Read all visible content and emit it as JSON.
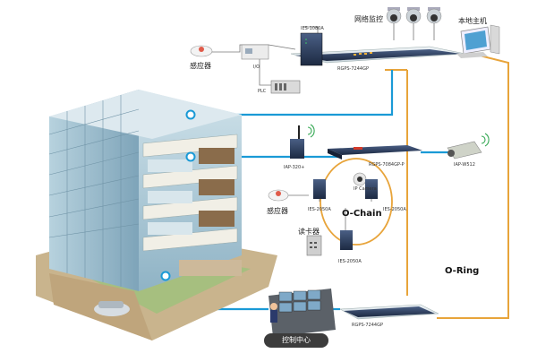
{
  "labels": {
    "network_monitoring": "网络监控",
    "local_host": "本地主机",
    "sensor_top": "感应器",
    "io": "I/O",
    "plc": "PLC",
    "switch_ies1080a": "IES-1080A",
    "switch_rgps_top": "RGPS-7244GP",
    "iap320": "IAP-320+",
    "switch_rgps_mid": "RGPS-7084GP-P",
    "iap_w512": "IAP-W512",
    "ip_camera": "IP Camera",
    "sensor_mid": "感应器",
    "card_reader": "读卡器",
    "ies2050a_1": "IES-2050A",
    "ies2050a_2": "IES-2050A",
    "ies2050a_3": "IES-2050A",
    "o_chain": "O-Chain",
    "o_ring": "O-Ring",
    "switch_rgps_bottom": "RGPS-7244GP",
    "control_center": "控制中心"
  },
  "colors": {
    "ring_line": "#e8a43a",
    "net_line": "#1a9ad6",
    "switch_body": "#2c3b57",
    "building_glass": "#a6c3d2"
  }
}
